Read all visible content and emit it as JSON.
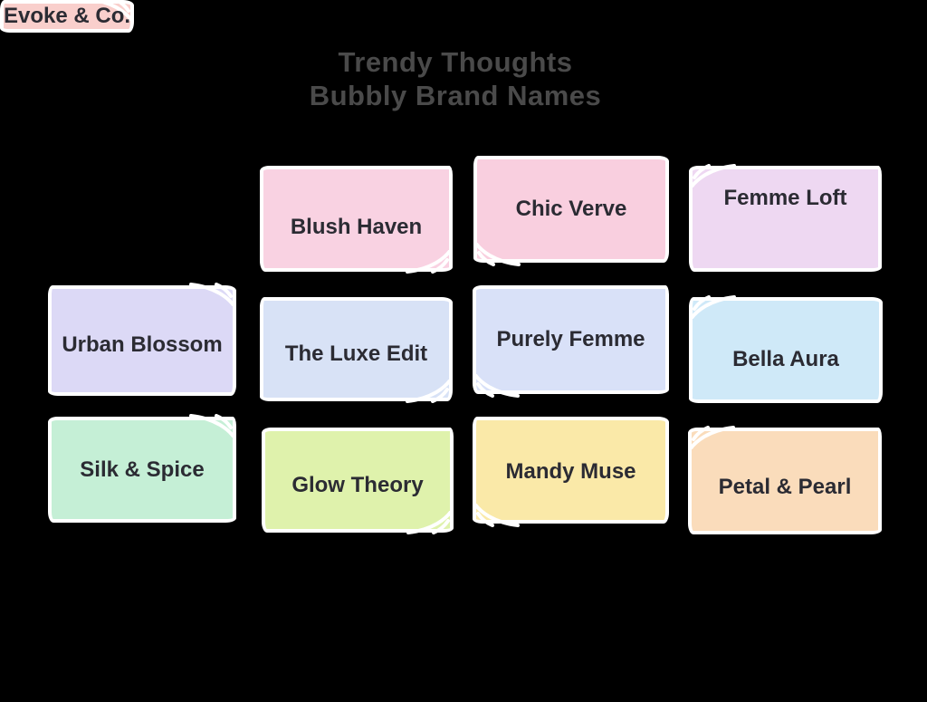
{
  "title": {
    "line1": "Trendy Thoughts",
    "line2": "Bubbly Brand Names",
    "color": "#4a4a4a"
  },
  "canvas": {
    "background": "#000000",
    "card_border_color": "#ffffff",
    "card_text_color": "#2b2b33"
  },
  "cards": [
    {
      "label": "Blush Haven",
      "color": "#f9d2e2",
      "fold_corner": "bottom-right"
    },
    {
      "label": "Chic Verve",
      "color": "#f9cfdf",
      "fold_corner": "bottom-left"
    },
    {
      "label": "Femme Loft",
      "color": "#eed8f2",
      "fold_corner": "top-left"
    },
    {
      "label": "Urban Blossom",
      "color": "#dcd9f6",
      "fold_corner": "top-right"
    },
    {
      "label": "The Luxe Edit",
      "color": "#d8e2f6",
      "fold_corner": "bottom-right"
    },
    {
      "label": "Purely Femme",
      "color": "#d9e1f8",
      "fold_corner": "bottom-left"
    },
    {
      "label": "Bella Aura",
      "color": "#cfe9f8",
      "fold_corner": "top-left"
    },
    {
      "label": "Silk & Spice",
      "color": "#c5efd6",
      "fold_corner": "top-right"
    },
    {
      "label": "Glow Theory",
      "color": "#dff2ac",
      "fold_corner": "bottom-right"
    },
    {
      "label": "Mandy Muse",
      "color": "#fae9a8",
      "fold_corner": "bottom-left"
    },
    {
      "label": "Petal & Pearl",
      "color": "#fadcbb",
      "fold_corner": "top-left"
    },
    {
      "label": "Evoke & Co.",
      "color": "#f9cfcc",
      "fold_corner": "top-right"
    }
  ]
}
